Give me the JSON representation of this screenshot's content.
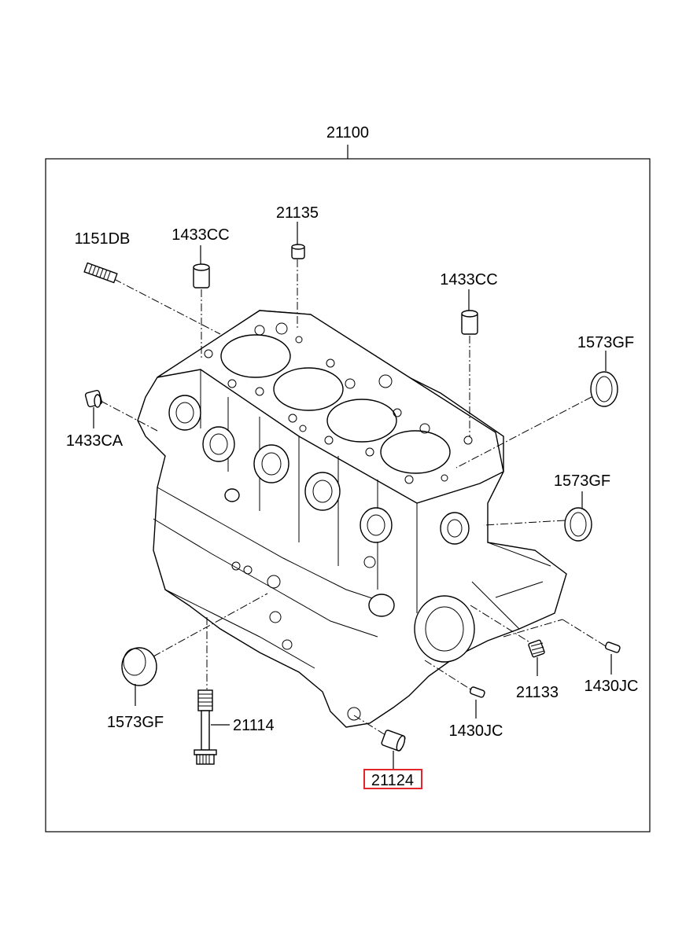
{
  "assembly": {
    "number": "21100"
  },
  "parts": {
    "bolt_stud": "1151DB",
    "dowel_left": "1433CC",
    "sleeve_top": "21135",
    "dowel_right": "1433CC",
    "plug_top_right": "1573GF",
    "dowel_side": "1433CA",
    "plug_mid_right": "1573GF",
    "plug_bottom_left": "1573GF",
    "head_bolt": "21114",
    "plug_drain": "21133",
    "pin_right": "1430JC",
    "pin_bottom": "1430JC",
    "bushing": "21124"
  },
  "highlight": {
    "part": "21124",
    "color": "#e3262b"
  }
}
